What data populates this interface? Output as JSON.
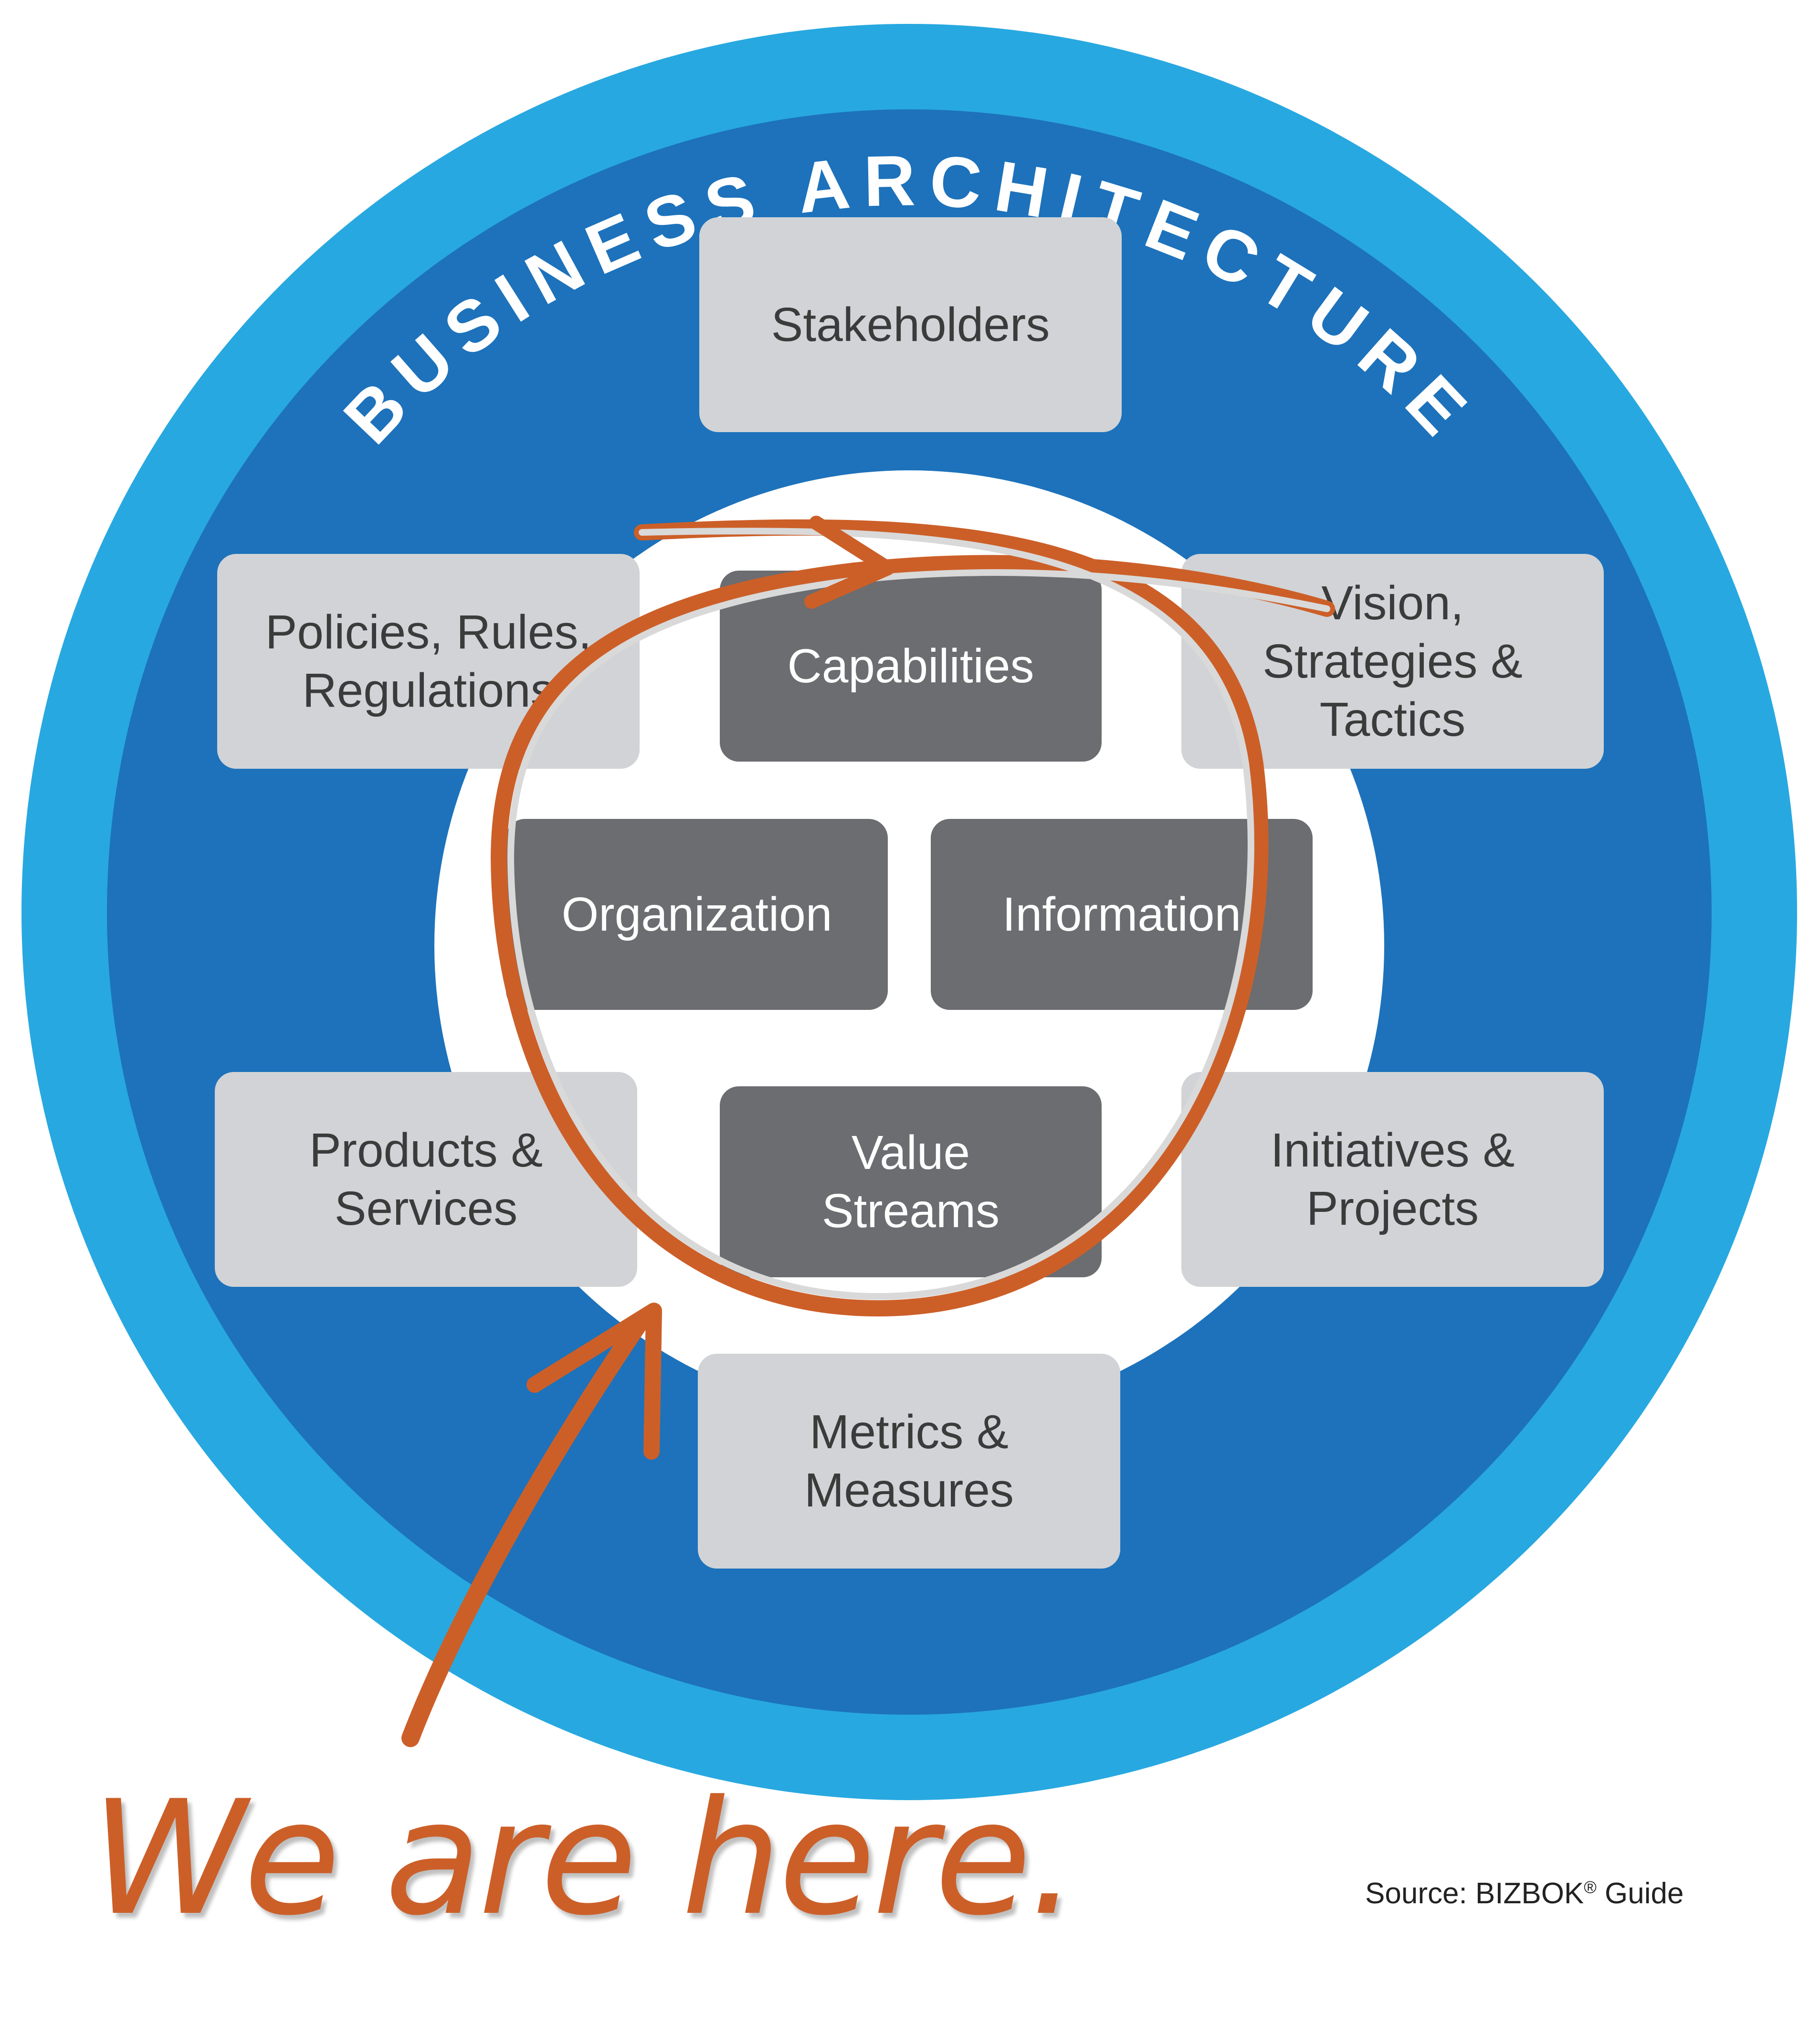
{
  "title": "BUSINESS ARCHITECTURE",
  "outer_elements": [
    {
      "id": "stakeholders",
      "label": "Stakeholders"
    },
    {
      "id": "policies",
      "label": "Policies, Rules,\nRegulations"
    },
    {
      "id": "vision",
      "label": "Vision,\nStrategies &\nTactics"
    },
    {
      "id": "products",
      "label": "Products &\nServices"
    },
    {
      "id": "initiatives",
      "label": "Initiatives &\nProjects"
    },
    {
      "id": "metrics",
      "label": "Metrics &\nMeasures"
    }
  ],
  "core_elements": [
    {
      "id": "capabilities",
      "label": "Capabilities"
    },
    {
      "id": "organization",
      "label": "Organization"
    },
    {
      "id": "information",
      "label": "Information"
    },
    {
      "id": "value-streams",
      "label": "Value\nStreams"
    }
  ],
  "annotation": "We are here.",
  "source": {
    "prefix": "Source: BIZBOK",
    "mark": "®",
    "suffix": " Guide"
  },
  "colors": {
    "outer_ring": "#28a8e0",
    "mid_ring": "#1d72bb",
    "outer_box": "#d1d3d6",
    "core_box": "#6c6d70",
    "annotation": "#cc5f28"
  }
}
